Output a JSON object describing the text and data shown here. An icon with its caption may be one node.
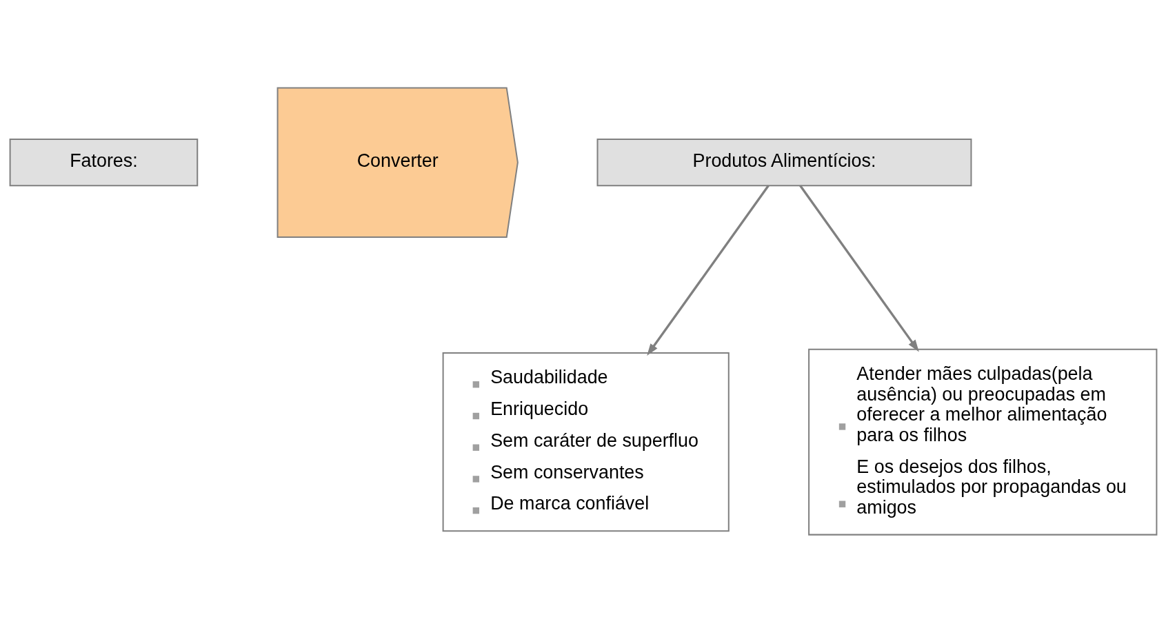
{
  "diagram": {
    "nodes": [
      {
        "text": [
          "Fatores:"
        ]
      },
      {
        "text": [
          "Converter"
        ]
      },
      {
        "text": [
          "Produtos Alimentícios:"
        ]
      },
      {
        "text": [
          "Saudabilidade",
          "Enriquecido",
          "Sem caráter de superfluo",
          "Sem conservantes",
          "De marca confiável"
        ]
      },
      {
        "text": [
          "Atender mães culpadas(pela ausência) ou preocupadas em oferecer a melhor alimentação para os filhos",
          "E os desejos dos filhos, estimulados por propagandas ou amigos"
        ]
      }
    ],
    "edges": [
      {
        "from": 2,
        "to": 3,
        "arrow": "to"
      },
      {
        "from": 2,
        "to": 4,
        "arrow": "to"
      }
    ]
  }
}
